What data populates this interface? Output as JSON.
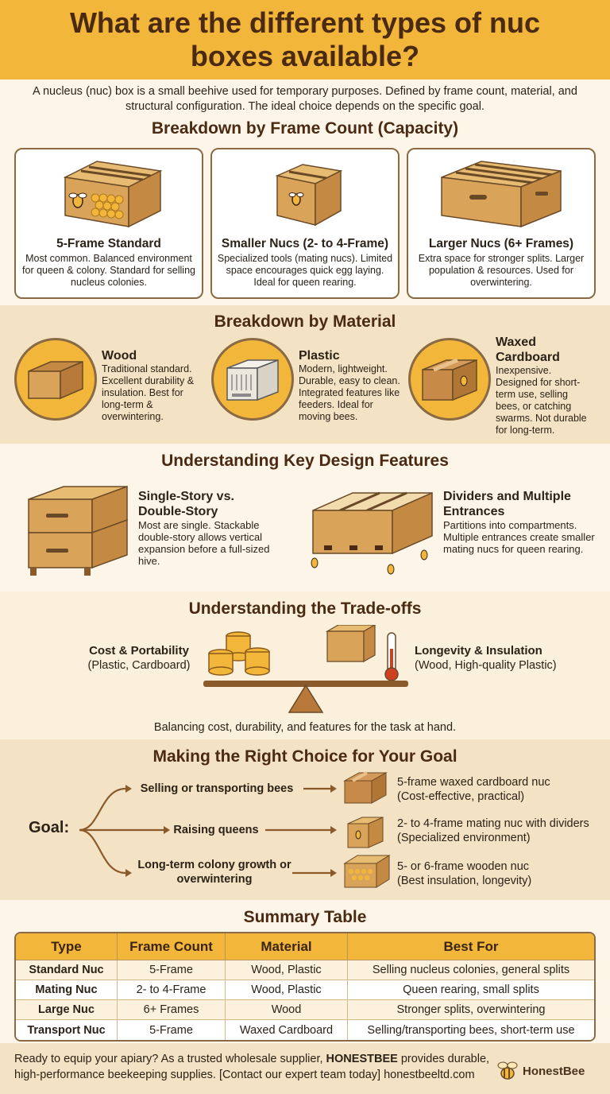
{
  "title": "What are the different types of nuc boxes available?",
  "intro": "A nucleus (nuc) box is a small beehive used for temporary purposes. Defined by frame count, material, and structural configuration. The ideal choice depends on the specific goal.",
  "frame_count": {
    "heading": "Breakdown by Frame Count (Capacity)",
    "cards": [
      {
        "title": "5-Frame Standard",
        "desc": "Most common. Balanced environment for queen & colony. Standard for selling nucleus colonies."
      },
      {
        "title": "Smaller Nucs (2- to 4-Frame)",
        "desc": "Specialized tools (mating nucs). Limited space encourages quick egg laying. Ideal for queen rearing."
      },
      {
        "title": "Larger Nucs (6+ Frames)",
        "desc": "Extra space for stronger splits. Larger population & resources. Used for overwintering."
      }
    ]
  },
  "material": {
    "heading": "Breakdown by Material",
    "items": [
      {
        "title": "Wood",
        "desc": "Traditional standard. Excellent durability & insulation. Best for long-term & overwintering."
      },
      {
        "title": "Plastic",
        "desc": "Modern, lightweight. Durable, easy to clean. Integrated features like feeders. Ideal for moving bees."
      },
      {
        "title": "Waxed Cardboard",
        "desc": "Inexpensive. Designed for short-term use, selling bees, or catching swarms. Not durable for long-term."
      }
    ]
  },
  "design": {
    "heading": "Understanding Key Design Features",
    "items": [
      {
        "title": "Single-Story vs. Double-Story",
        "desc": "Most are single. Stackable double-story allows vertical expansion before a full-sized hive."
      },
      {
        "title": "Dividers and Multiple Entrances",
        "desc": "Partitions into compartments. Multiple entrances create smaller mating nucs for queen rearing."
      }
    ]
  },
  "tradeoffs": {
    "heading": "Understanding the Trade-offs",
    "left_title": "Cost & Portability",
    "left_sub": "(Plastic, Cardboard)",
    "right_title": "Longevity & Insulation",
    "right_sub": "(Wood, High-quality Plastic)",
    "caption": "Balancing cost, durability, and features for the task at hand."
  },
  "goal": {
    "heading": "Making the Right Choice for Your Goal",
    "label": "Goal:",
    "rows": [
      {
        "goal": "Selling or transporting bees",
        "rec": "5-frame waxed cardboard nuc",
        "note": "(Cost-effective, practical)"
      },
      {
        "goal": "Raising queens",
        "rec": "2- to 4-frame mating nuc with dividers",
        "note": "(Specialized environment)"
      },
      {
        "goal": "Long-term colony growth or overwintering",
        "rec": "5- or 6-frame wooden nuc",
        "note": "(Best insulation, longevity)"
      }
    ]
  },
  "summary": {
    "heading": "Summary Table",
    "columns": [
      "Type",
      "Frame Count",
      "Material",
      "Best For"
    ],
    "rows": [
      [
        "Standard Nuc",
        "5-Frame",
        "Wood, Plastic",
        "Selling nucleus colonies, general splits"
      ],
      [
        "Mating Nuc",
        "2- to 4-Frame",
        "Wood, Plastic",
        "Queen rearing, small splits"
      ],
      [
        "Large Nuc",
        "6+ Frames",
        "Wood",
        "Stronger splits, overwintering"
      ],
      [
        "Transport Nuc",
        "5-Frame",
        "Waxed Cardboard",
        "Selling/transporting bees, short-term use"
      ]
    ]
  },
  "footer": {
    "text_1": "Ready to equip your apiary? As a trusted wholesale supplier, ",
    "brand": "HONESTBEE",
    "text_2": " provides durable, high-performance beekeeping supplies. [Contact our expert team today] honestbeeltd.com",
    "logo": "HonestBee"
  },
  "colors": {
    "accent": "#f2b73a",
    "wood": "#d9a35a",
    "dark": "#4a2a12",
    "tan_band": "#f3e2c3"
  },
  "icons": [
    "bee-icon",
    "honeycomb-icon",
    "coins-icon",
    "thermometer-icon",
    "balance-scale-icon",
    "arrow-icon"
  ]
}
